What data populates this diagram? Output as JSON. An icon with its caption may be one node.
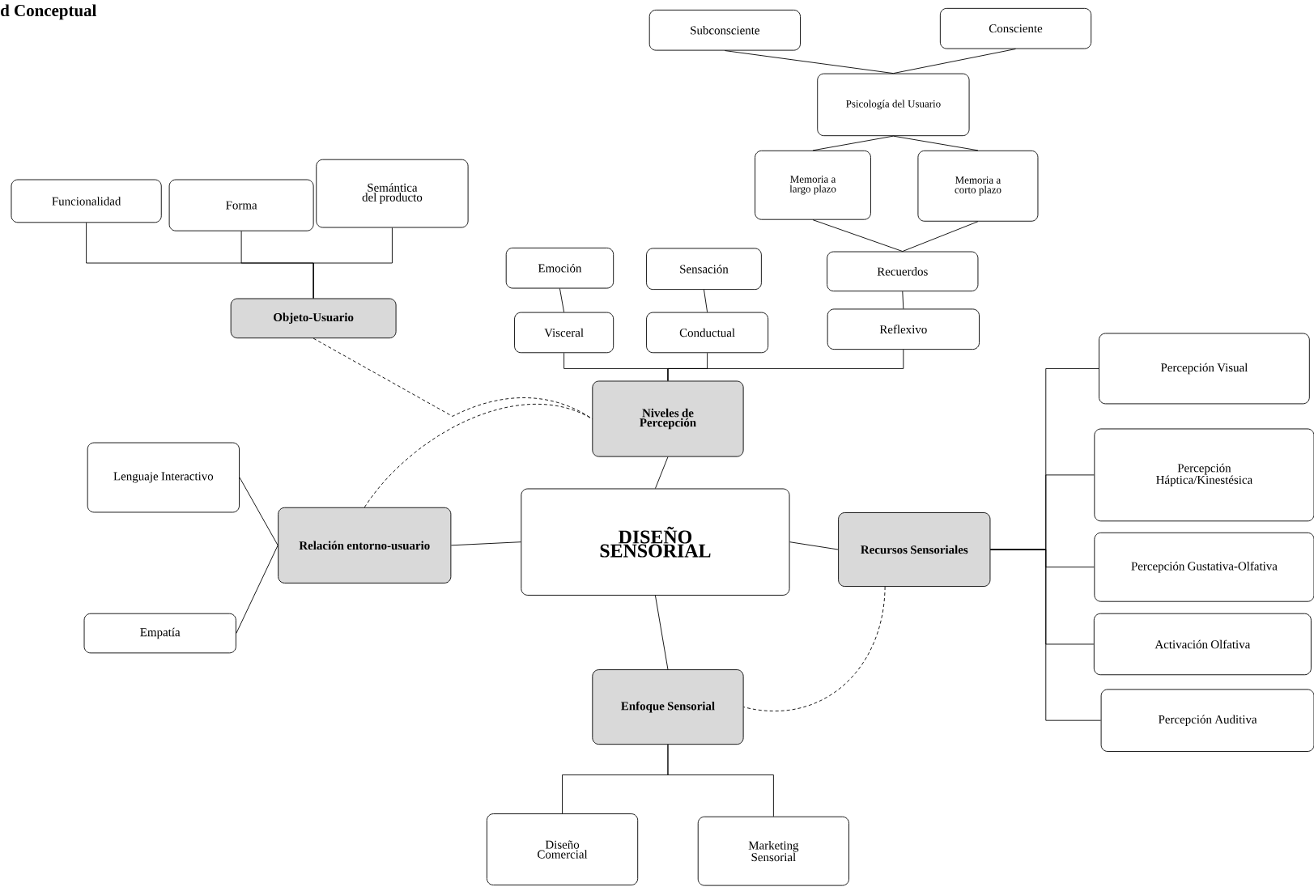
{
  "diagram": {
    "title": "d Conceptual",
    "nodes": [
      {
        "text": [
          "Subconsciente"
        ]
      },
      {
        "text": [
          "Consciente"
        ]
      },
      {
        "text": [
          "Psicología del Usuario"
        ]
      },
      {
        "text": [
          "Memoria a largo plazo"
        ]
      },
      {
        "text": [
          "Memoria a corto plazo"
        ]
      },
      {
        "text": [
          "Funcionalidad"
        ]
      },
      {
        "text": [
          "Forma"
        ]
      },
      {
        "text": [
          "Semántica del producto"
        ]
      },
      {
        "text": [
          "Emoción"
        ]
      },
      {
        "text": [
          "Sensación"
        ]
      },
      {
        "text": [
          "Recuerdos"
        ]
      },
      {
        "text": [
          "Objeto-Usuario"
        ]
      },
      {
        "text": [
          "Visceral"
        ]
      },
      {
        "text": [
          "Conductual"
        ]
      },
      {
        "text": [
          "Reflexivo"
        ]
      },
      {
        "text": [
          "Percepción Visual"
        ]
      },
      {
        "text": [
          "Niveles de Percepción"
        ]
      },
      {
        "text": [
          "Percepción Háptica/Kinestésica"
        ]
      },
      {
        "text": [
          "Lenguaje Interactivo"
        ]
      },
      {
        "text": [
          "Relación entorno-usuario"
        ]
      },
      {
        "text": [
          "DISEÑO SENSORIAL"
        ]
      },
      {
        "text": [
          "Recursos Sensoriales"
        ]
      },
      {
        "text": [
          "Percepción Gustativa-Olfativa"
        ]
      },
      {
        "text": [
          "Empatía"
        ]
      },
      {
        "text": [
          "Activación Olfativa"
        ]
      },
      {
        "text": [
          "Enfoque Sensorial"
        ]
      },
      {
        "text": [
          "Percepción Auditiva"
        ]
      },
      {
        "text": [
          "Diseño Comercial"
        ]
      },
      {
        "text": [
          "Marketing Sensorial"
        ]
      }
    ],
    "edges": [
      {
        "from": 0,
        "to": 2,
        "arrow": "none"
      },
      {
        "from": 1,
        "to": 2,
        "arrow": "none"
      },
      {
        "from": 2,
        "to": 3,
        "arrow": "none"
      },
      {
        "from": 2,
        "to": 4,
        "arrow": "none"
      },
      {
        "from": 3,
        "to": 10,
        "arrow": "none"
      },
      {
        "from": 4,
        "to": 10,
        "arrow": "none"
      },
      {
        "from": 10,
        "to": 14,
        "arrow": "none"
      },
      {
        "from": 8,
        "to": 12,
        "arrow": "none"
      },
      {
        "from": 9,
        "to": 13,
        "arrow": "none"
      },
      {
        "from": 16,
        "to": 12,
        "arrow": "none"
      },
      {
        "from": 16,
        "to": 13,
        "arrow": "none"
      },
      {
        "from": 16,
        "to": 14,
        "arrow": "none"
      },
      {
        "from": 11,
        "to": 5,
        "arrow": "none"
      },
      {
        "from": 11,
        "to": 6,
        "arrow": "none"
      },
      {
        "from": 11,
        "to": 7,
        "arrow": "none"
      },
      {
        "from": 11,
        "to": 16,
        "arrow": "none",
        "style": "dashed"
      },
      {
        "from": 19,
        "to": 16,
        "arrow": "none",
        "style": "dashed"
      },
      {
        "from": 20,
        "to": 16,
        "arrow": "none"
      },
      {
        "from": 20,
        "to": 19,
        "arrow": "none"
      },
      {
        "from": 20,
        "to": 21,
        "arrow": "none"
      },
      {
        "from": 20,
        "to": 25,
        "arrow": "none"
      },
      {
        "from": 19,
        "to": 18,
        "arrow": "none"
      },
      {
        "from": 19,
        "to": 23,
        "arrow": "none"
      },
      {
        "from": 21,
        "to": 15,
        "arrow": "none"
      },
      {
        "from": 21,
        "to": 17,
        "arrow": "none"
      },
      {
        "from": 21,
        "to": 22,
        "arrow": "none"
      },
      {
        "from": 21,
        "to": 24,
        "arrow": "none"
      },
      {
        "from": 21,
        "to": 26,
        "arrow": "none"
      },
      {
        "from": 21,
        "to": 25,
        "arrow": "none",
        "style": "dashed"
      },
      {
        "from": 25,
        "to": 27,
        "arrow": "none"
      },
      {
        "from": 25,
        "to": 28,
        "arrow": "none"
      }
    ]
  }
}
